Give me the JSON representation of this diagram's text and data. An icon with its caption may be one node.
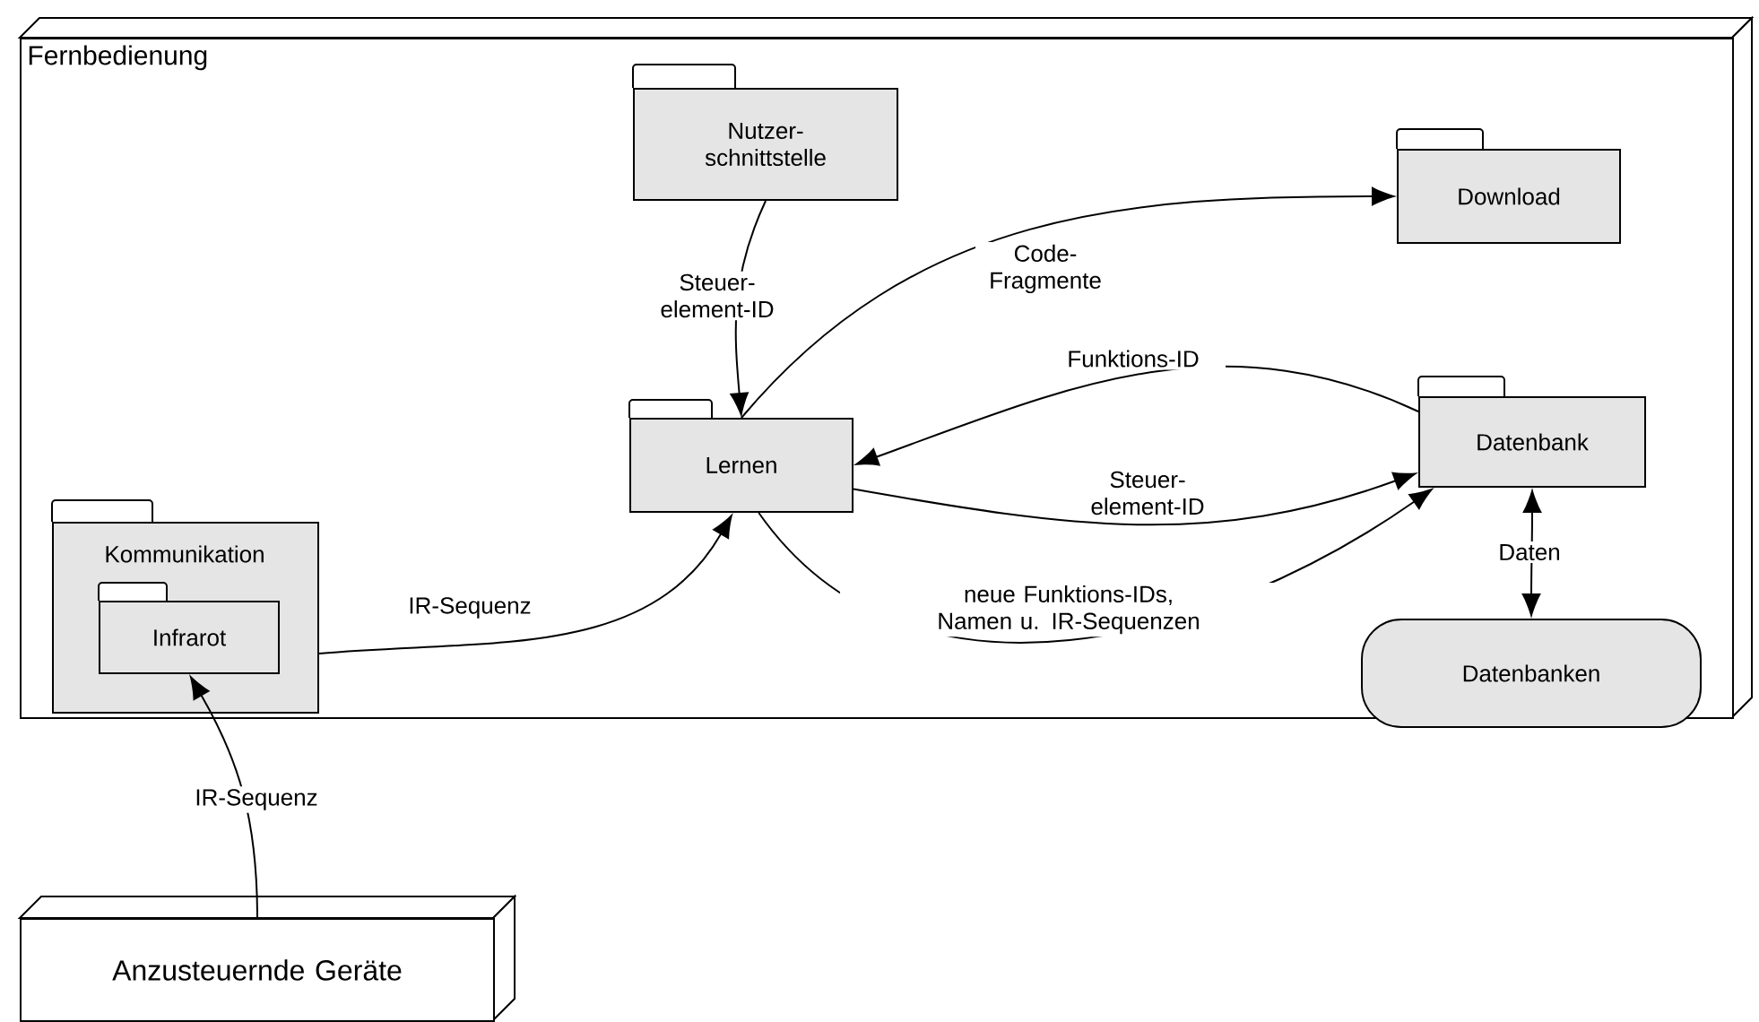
{
  "diagram": {
    "nodes": [
      {
        "text": [
          "Fernbedienung"
        ]
      },
      {
        "text": [
          "Nutzer- schnittstelle"
        ],
        "in": 0
      },
      {
        "text": [
          "Download"
        ],
        "in": 0
      },
      {
        "text": [
          "Lernen"
        ],
        "in": 0
      },
      {
        "text": [
          "Datenbank"
        ],
        "in": 0
      },
      {
        "text": [
          "Kommunikation"
        ],
        "in": 0
      },
      {
        "text": [
          "Infrarot"
        ],
        "in": 5
      },
      {
        "text": [
          "Datenbanken"
        ],
        "in": 0
      },
      {
        "text": [
          "Anzusteuernde Geräte"
        ]
      }
    ],
    "edges": [
      {
        "from": 1,
        "to": 3,
        "arrow": "to",
        "label": "Steuer- element-ID"
      },
      {
        "from": 3,
        "to": 2,
        "arrow": "to",
        "label": "Code- Fragmente"
      },
      {
        "from": 4,
        "to": 3,
        "arrow": "to",
        "label": "Funktions-ID"
      },
      {
        "from": 3,
        "to": 4,
        "arrow": "to",
        "label": "Steuer- element-ID"
      },
      {
        "from": 3,
        "to": 4,
        "arrow": "to",
        "label": "neue Funktions-IDs, Namen u. IR-Sequenzen"
      },
      {
        "from": 5,
        "to": 3,
        "arrow": "to",
        "label": "IR-Sequenz"
      },
      {
        "from": 8,
        "to": 6,
        "arrow": "to",
        "label": "IR-Sequenz"
      },
      {
        "from": 4,
        "to": 7,
        "arrow": "both",
        "label": "Daten"
      }
    ]
  }
}
